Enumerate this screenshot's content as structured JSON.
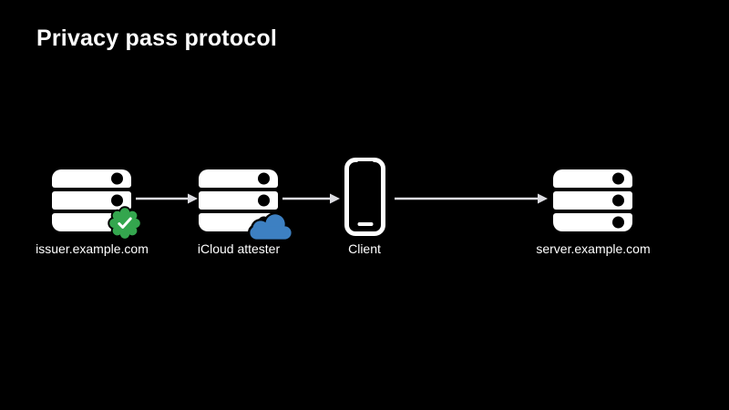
{
  "slide": {
    "title": "Privacy pass protocol"
  },
  "colors": {
    "background": "#000000",
    "text": "#ffffff",
    "icon": "#ffffff",
    "dot": "#000000",
    "arrow": "#dcdce1",
    "seal_green": "#34a64e",
    "cloud_blue": "#3d80c2"
  },
  "diagram": {
    "nodes": [
      {
        "id": "issuer",
        "label": "issuer.example.com",
        "icon": "server-rack-icon",
        "badge": "verified-checkmark-seal-icon"
      },
      {
        "id": "attester",
        "label": "iCloud attester",
        "icon": "server-rack-icon",
        "badge": "icloud-cloud-icon"
      },
      {
        "id": "client",
        "label": "Client",
        "icon": "iphone-icon"
      },
      {
        "id": "server",
        "label": "server.example.com",
        "icon": "server-rack-icon"
      }
    ],
    "connections": [
      {
        "from": "issuer.example.com",
        "to": "iCloud attester"
      },
      {
        "from": "iCloud attester",
        "to": "Client"
      },
      {
        "from": "Client",
        "to": "server.example.com"
      }
    ]
  }
}
